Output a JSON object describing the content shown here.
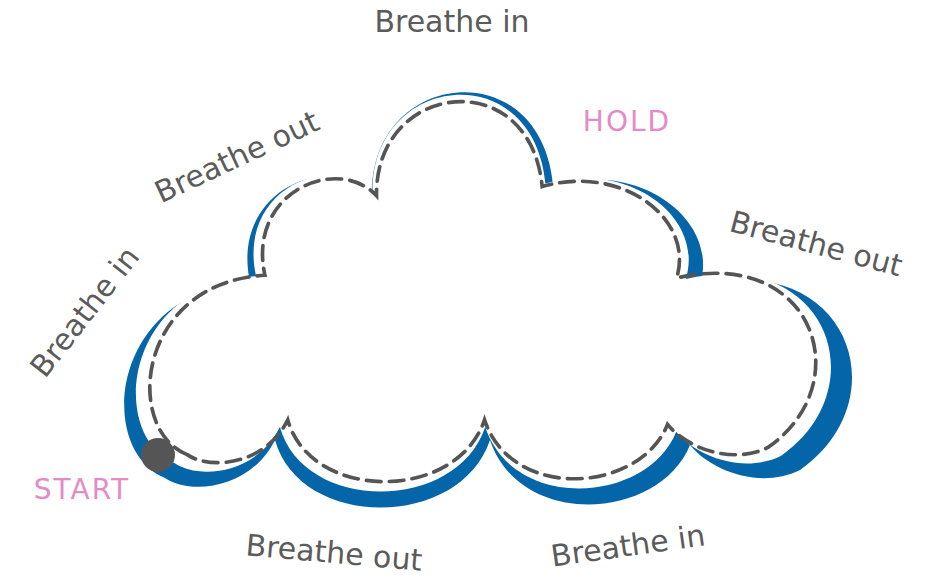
{
  "diagram": {
    "labels": [
      "Breathe in",
      "Breathe out",
      "HOLD",
      "Breathe out",
      "Breathe in",
      "START",
      "Breathe out",
      "Breathe in"
    ]
  }
}
